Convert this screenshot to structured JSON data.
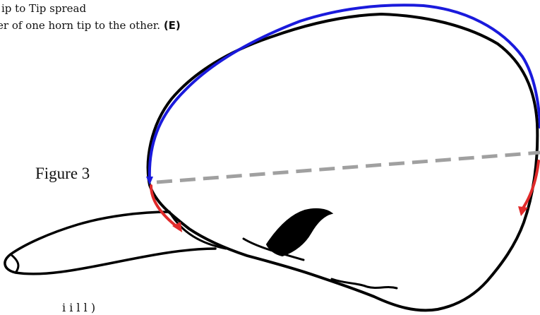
{
  "caption": {
    "line1": "ip to Tip spread",
    "line2_text": "er of one horn tip to the other.",
    "line2_marker": "(E)"
  },
  "figure_label": "Figure 3",
  "bottom_text": "i                  i          l          l  )",
  "colors": {
    "outline": "#000000",
    "tip_to_tip_curve": "#1a1adc",
    "horn_tip_arrows": "#e02a2a",
    "spread_line": "#a0a0a0"
  }
}
